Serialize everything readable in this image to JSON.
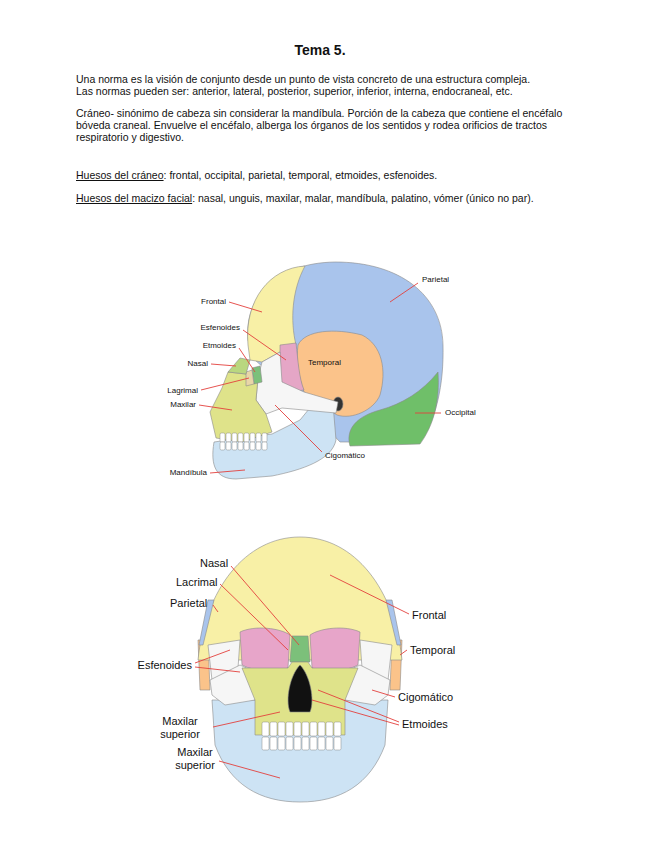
{
  "diagram": {
    "title": "Tema 5.",
    "labels": [
      "Una norma es la visión de conjunto desde un punto de vista concreto de una estructura compleja.",
      "Las normas pueden ser: anterior, lateral, posterior, superior, inferior, interna, endocraneal, etc.",
      "Cráneo- sinónimo de cabeza sin considerar la mandíbula. Porción de la cabeza que contiene el encéfalo bóveda craneal. Envuelve el encéfalo, alberga los órganos de los sentidos y rodea orificios de tractos respiratorio y digestivo.",
      "Huesos del cráneo",
      ": frontal, occipital, parietal, temporal, etmoides, esfenoides.",
      "Huesos del macizo facial",
      ": nasal, unguis, maxilar, malar, mandíbula, palatino, vómer (único no par).",
      "Parietal",
      "Frontal",
      "Esfenoides",
      "Etmoides",
      "Nasal",
      "Temporal",
      "Lagrimal",
      "Maxilar",
      "Occipital",
      "Cigomático",
      "Mandíbula",
      "Nasal",
      "Lacrimal",
      "Parietal",
      "Frontal",
      "Temporal",
      "Esfenoides",
      "Cigomático",
      "Maxilar superior",
      "Etmoides",
      "Maxilar superior"
    ]
  }
}
